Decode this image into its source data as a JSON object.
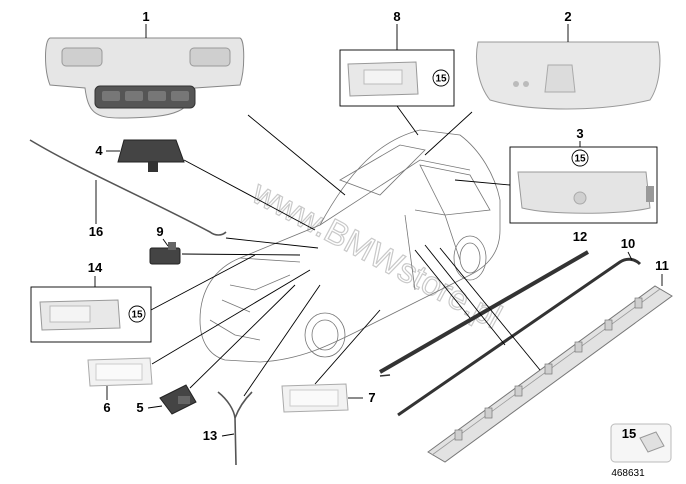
{
  "watermark": "www.BMWstore.pl",
  "diagram_id": "468631",
  "parts": [
    {
      "label": "1"
    },
    {
      "label": "2"
    },
    {
      "label": "3"
    },
    {
      "label": "4"
    },
    {
      "label": "5"
    },
    {
      "label": "6"
    },
    {
      "label": "7"
    },
    {
      "label": "8"
    },
    {
      "label": "9"
    },
    {
      "label": "10"
    },
    {
      "label": "11"
    },
    {
      "label": "12"
    },
    {
      "label": "13"
    },
    {
      "label": "14"
    },
    {
      "label": "15"
    },
    {
      "label": "16"
    }
  ],
  "boxed_subpart": "15"
}
